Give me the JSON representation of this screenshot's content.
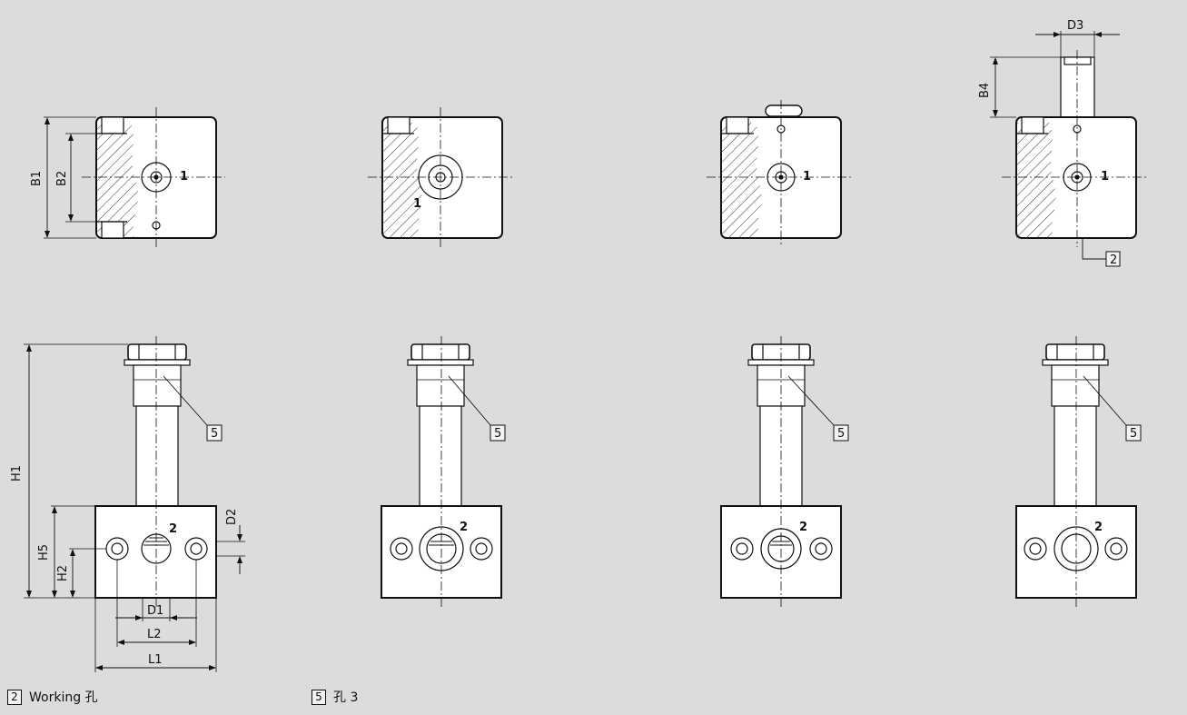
{
  "dimensions": {
    "b1": "B1",
    "b2": "B2",
    "b4": "B4",
    "d3": "D3",
    "h1": "H1",
    "h5": "H5",
    "h2": "H2",
    "d2": "D2",
    "d1": "D1",
    "l2": "L2",
    "l1": "L1"
  },
  "ports": {
    "p1": "1",
    "p2": "2"
  },
  "callouts": {
    "c2": "2",
    "c5": "5"
  },
  "legend": [
    {
      "num": "2",
      "text": "Working 孔"
    },
    {
      "num": "5",
      "text": "孔 3"
    }
  ]
}
